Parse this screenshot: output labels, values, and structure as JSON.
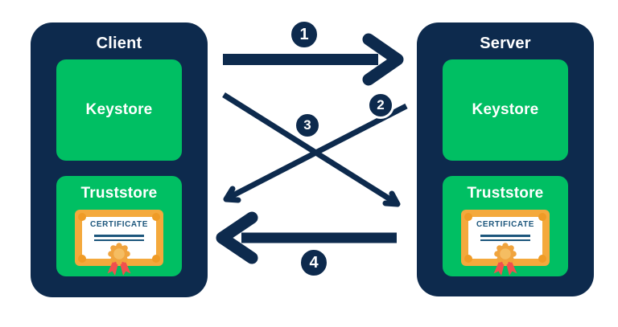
{
  "client": {
    "title": "Client",
    "keystore_label": "Keystore",
    "truststore_label": "Truststore",
    "certificate_text": "CERTIFICATE"
  },
  "server": {
    "title": "Server",
    "keystore_label": "Keystore",
    "truststore_label": "Truststore",
    "certificate_text": "CERTIFICATE"
  },
  "steps": [
    {
      "number": "1",
      "from": "Client",
      "to": "Server"
    },
    {
      "number": "2",
      "from": "Server",
      "to": "Client Truststore"
    },
    {
      "number": "3",
      "from": "Client",
      "to": "Server Truststore"
    },
    {
      "number": "4",
      "from": "Server",
      "to": "Client"
    }
  ],
  "colors": {
    "navy": "#0d2a4d",
    "green": "#00bf63",
    "cert_frame": "#f4a93c",
    "cert_corner_dot": "#ef9b26",
    "cert_text": "#1c567c",
    "seal": "#f0a43e",
    "seal_center": "#f5bd62",
    "ribbon": "#f1504e",
    "text_on_dark": "#ffffff",
    "background": "#ffffff"
  }
}
